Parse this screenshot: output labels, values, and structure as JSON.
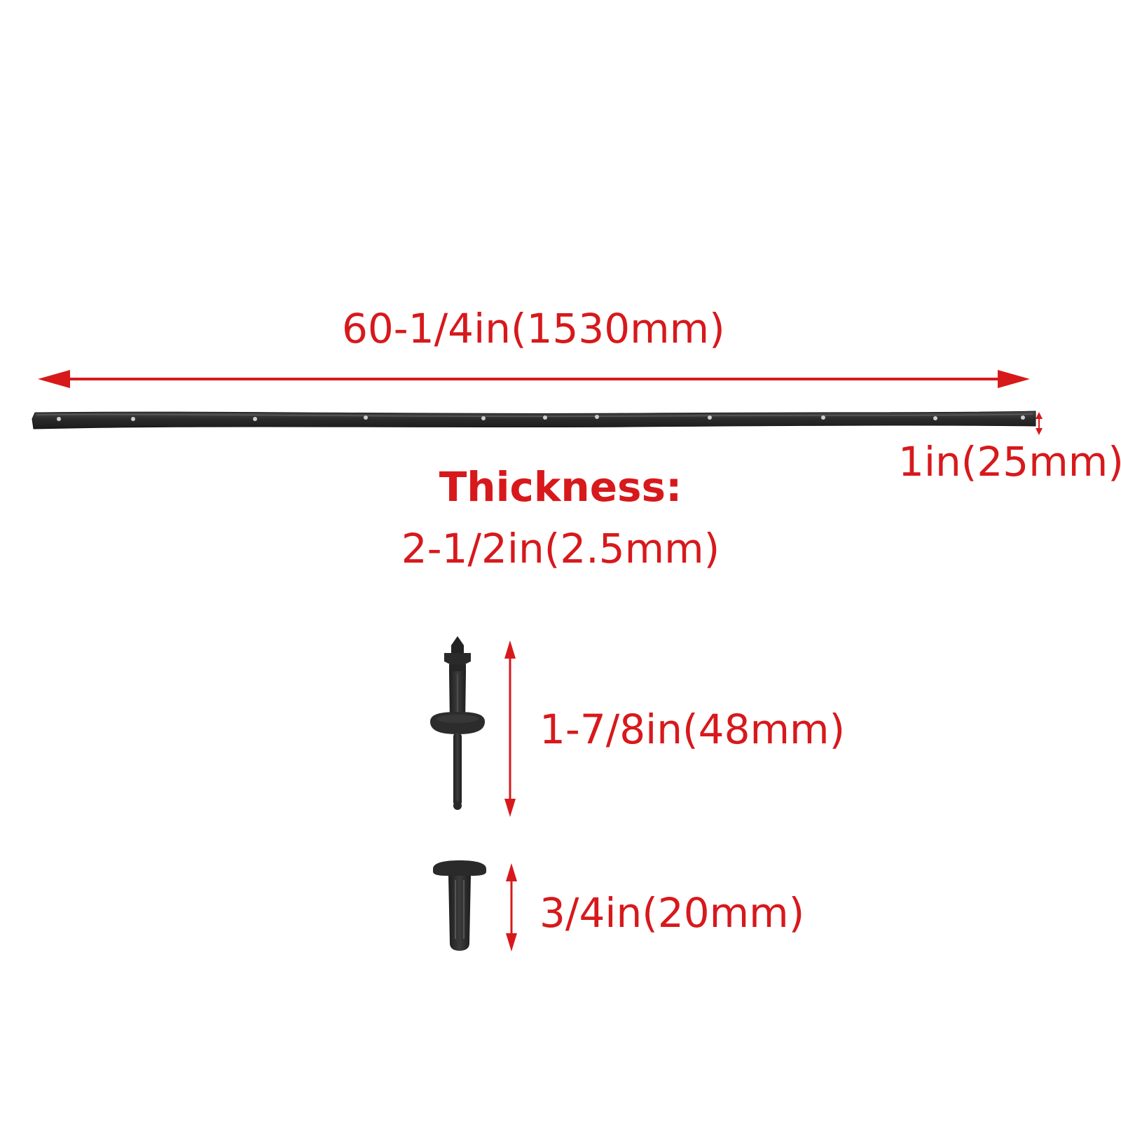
{
  "labels": {
    "strip_length": "60-1/4in(1530mm)",
    "strip_width": "1in(25mm)",
    "thickness_title": "Thickness:",
    "thickness_value": "2-1/2in(2.5mm)",
    "rivet_length": "1-7/8in(48mm)",
    "clip_length": "3/4in(20mm)"
  },
  "colors": {
    "annotation": "#d7191c",
    "part": "#2b2b2b",
    "background": "#ffffff"
  }
}
